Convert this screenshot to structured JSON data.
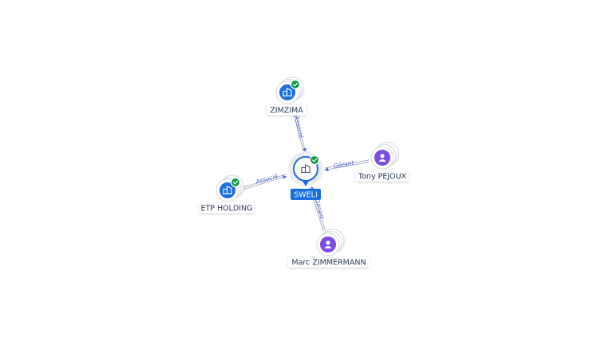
{
  "graph": {
    "center": {
      "name": "SWELI",
      "type": "company",
      "verified": true
    },
    "nodes": [
      {
        "id": "zimzima",
        "name": "ZIMZIMA",
        "type": "company",
        "verified": true,
        "edge_label": "Associé"
      },
      {
        "id": "tony",
        "name": "Tony PEJOUX",
        "type": "person",
        "verified": false,
        "edge_label": "Gérant"
      },
      {
        "id": "etp",
        "name": "ETP HOLDING",
        "type": "company",
        "verified": true,
        "edge_label": "Associé"
      },
      {
        "id": "marc",
        "name": "Marc ZIMMERMANN",
        "type": "person",
        "verified": false,
        "edge_label": "Gérant"
      }
    ]
  },
  "colors": {
    "company": "#1a6fe0",
    "person": "#7c4ddf",
    "verified": "#139a4a",
    "selected_badge": "#1a6fe0",
    "edge_label": "#5a6cd8"
  },
  "icons": {
    "company": "building-icon",
    "person": "person-icon",
    "verified": "check-badge-icon",
    "pointer": "pointer-icon"
  }
}
